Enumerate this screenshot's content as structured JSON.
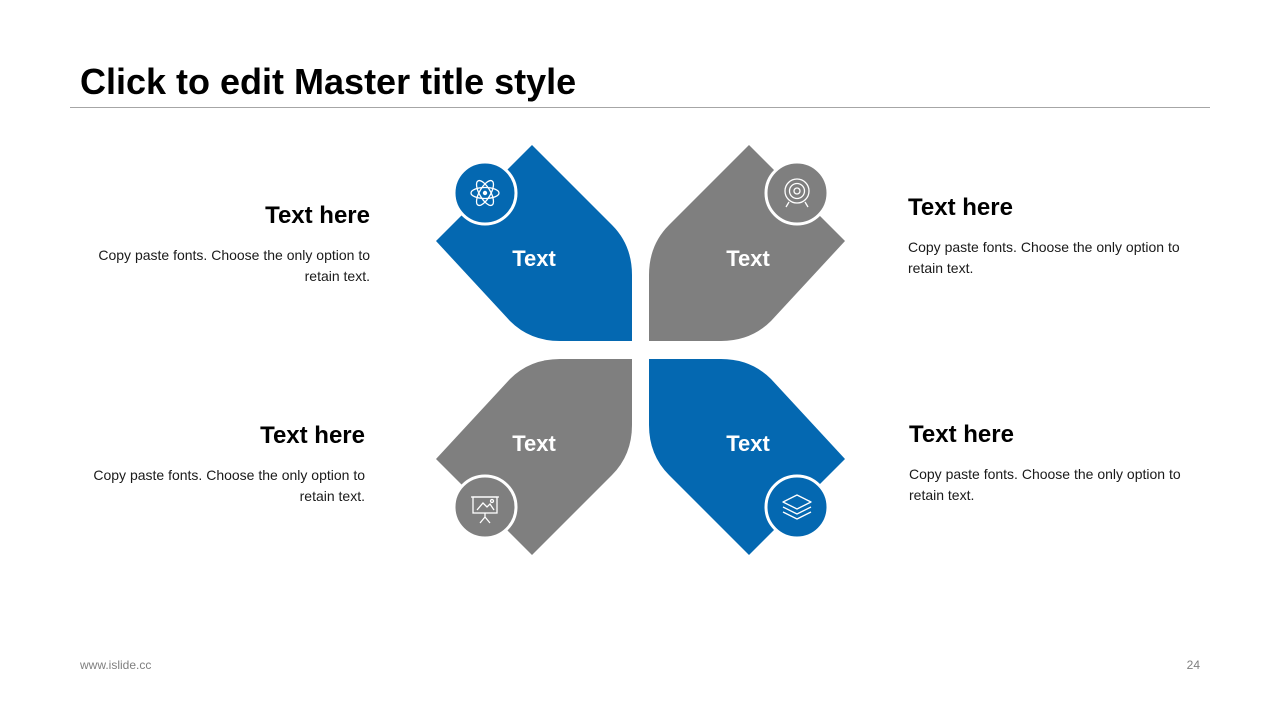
{
  "title": "Click to edit Master title style",
  "colors": {
    "blue": "#0468b1",
    "gray": "#7f7f7f",
    "white": "#ffffff"
  },
  "petals": [
    {
      "label": "Text",
      "color": "blue",
      "icon": "atom-icon"
    },
    {
      "label": "Text",
      "color": "gray",
      "icon": "target-icon"
    },
    {
      "label": "Text",
      "color": "gray",
      "icon": "presentation-board-icon"
    },
    {
      "label": "Text",
      "color": "blue",
      "icon": "layers-icon"
    }
  ],
  "blocks": [
    {
      "heading": "Text here",
      "body": "Copy paste fonts. Choose the only option to retain text."
    },
    {
      "heading": "Text here",
      "body": "Copy paste fonts. Choose the only option to retain text."
    },
    {
      "heading": "Text here",
      "body": "Copy paste fonts. Choose the only option to retain text."
    },
    {
      "heading": "Text here",
      "body": "Copy paste fonts. Choose the only option to retain text."
    }
  ],
  "footer": {
    "url": "www.islide.cc",
    "page": "24"
  }
}
